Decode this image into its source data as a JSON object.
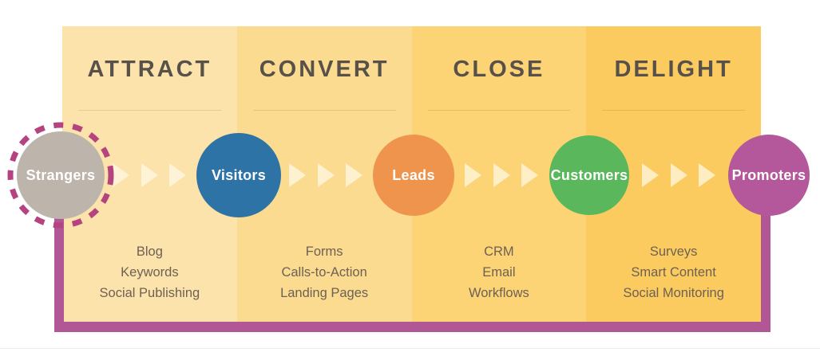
{
  "diagram": {
    "stages": [
      {
        "label": "ATTRACT",
        "panel_color": "#fbe3ab",
        "tools": [
          "Blog",
          "Keywords",
          "Social Publishing"
        ]
      },
      {
        "label": "CONVERT",
        "panel_color": "#fbdb90",
        "tools": [
          "Forms",
          "Calls-to-Action",
          "Landing Pages"
        ]
      },
      {
        "label": "CLOSE",
        "panel_color": "#fcd475",
        "tools": [
          "CRM",
          "Email",
          "Workflows"
        ]
      },
      {
        "label": "DELIGHT",
        "panel_color": "#fbcb5f",
        "tools": [
          "Surveys",
          "Smart Content",
          "Social Monitoring"
        ]
      }
    ],
    "personas": [
      {
        "label": "Strangers",
        "color": "#bdb4ab",
        "ring": "dashed",
        "ring_color": "#b5437f"
      },
      {
        "label": "Visitors",
        "color": "#2e73a5"
      },
      {
        "label": "Leads",
        "color": "#ee944c"
      },
      {
        "label": "Customers",
        "color": "#5bb75c"
      },
      {
        "label": "Promoters",
        "color": "#b4589b"
      }
    ],
    "accent_border_color": "#b25795",
    "heading_color": "#58514a",
    "list_color": "#6d6154",
    "arrow_color": "#fdf3d9"
  }
}
